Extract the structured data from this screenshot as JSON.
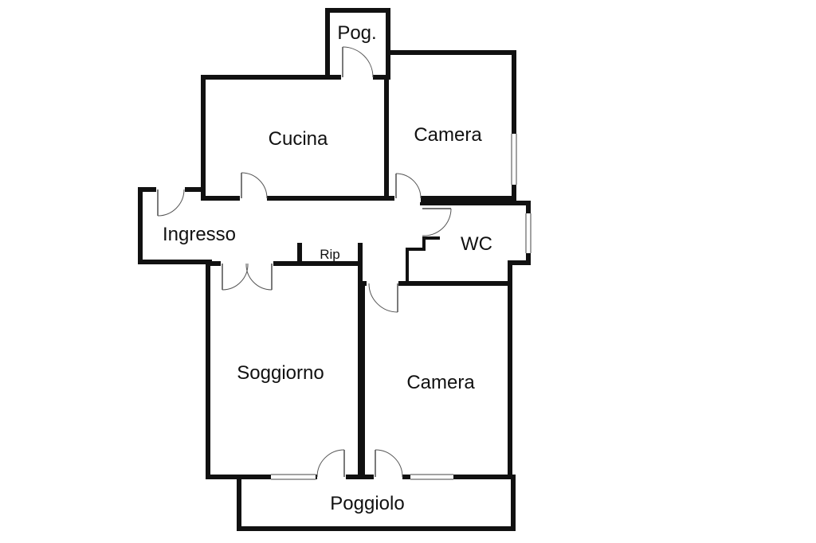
{
  "plan": {
    "rooms": {
      "pog": "Pog.",
      "cucina": "Cucina",
      "camera_top": "Camera",
      "ingresso": "Ingresso",
      "rip": "Rip",
      "wc": "WC",
      "soggiorno": "Soggiorno",
      "camera_bottom": "Camera",
      "poggiolo": "Poggiolo"
    }
  }
}
